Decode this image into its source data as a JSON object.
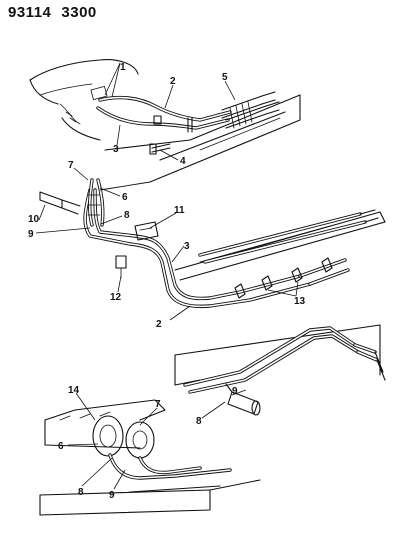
{
  "header": {
    "part_code_a": "93114",
    "part_code_b": "3300"
  },
  "callouts": {
    "c1": "1",
    "c2": "2",
    "c3": "3",
    "c4": "4",
    "c5": "5",
    "c7a": "7",
    "c6a": "6",
    "c10": "10",
    "c8a": "8",
    "c9a": "9",
    "c11": "11",
    "c3b": "3",
    "c12": "12",
    "c2b": "2",
    "c13": "13",
    "c9b": "9",
    "c8b": "8",
    "c14": "14",
    "c7b": "7",
    "c6b": "6",
    "c8c": "8",
    "c9c": "9"
  }
}
